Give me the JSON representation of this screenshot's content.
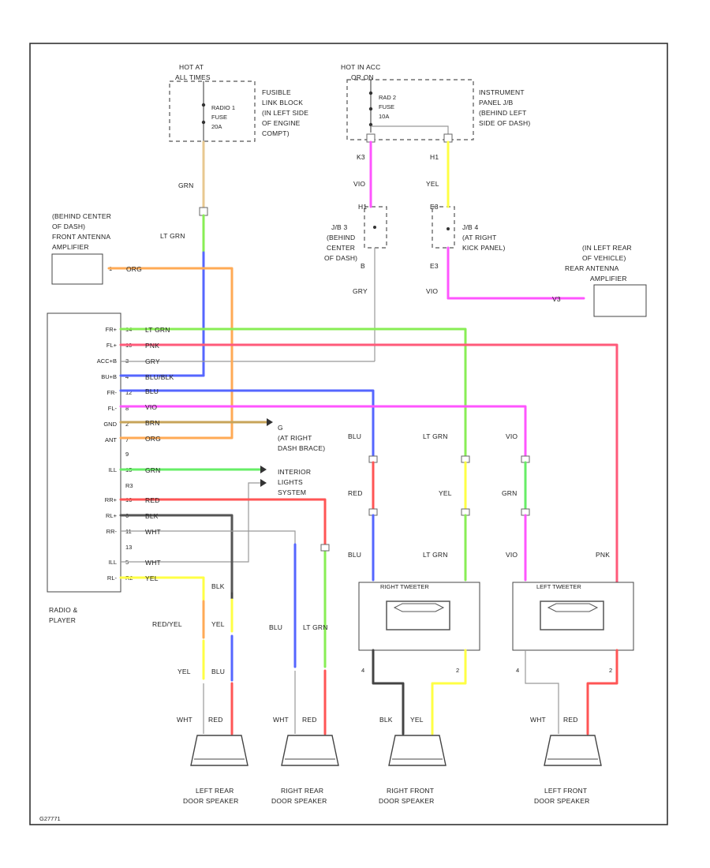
{
  "fuse_left": {
    "hot_label": "HOT AT",
    "hot_label2": "ALL TIMES",
    "fuse_lines": [
      "RADIO 1",
      "FUSE",
      "20A"
    ],
    "location_lines": [
      "FUSIBLE",
      "LINK BLOCK",
      "(IN LEFT SIDE",
      "OF ENGINE",
      "COMPT)"
    ]
  },
  "fuse_right": {
    "hot_label": "HOT IN ACC",
    "hot_label2": "OR ON",
    "fuse_lines": [
      "RAD 2",
      "FUSE",
      "10A"
    ],
    "location_lines": [
      "INSTRUMENT",
      "PANEL J/B",
      "(BEHIND LEFT",
      "SIDE OF DASH)"
    ]
  },
  "jb": {
    "j3_lines": [
      "J/B 3",
      "(BEHIND",
      "CENTER",
      "OF DASH)"
    ],
    "j4_lines": [
      "J/B 4",
      "(AT RIGHT",
      "KICK PANEL)"
    ]
  },
  "front_amp": {
    "lines": [
      "(BEHIND CENTER",
      "OF DASH)",
      "FRONT ANTENNA",
      "AMPLIFIER"
    ],
    "pin": "1"
  },
  "rear_amp": {
    "lines": [
      "(IN LEFT REAR",
      "OF VEHICLE)",
      "REAR ANTENNA",
      "AMPLIFIER"
    ]
  },
  "radio": {
    "label_lines": [
      "RADIO &",
      "PLAYER"
    ],
    "pins": [
      "FR+",
      "FL+",
      "ACC+B",
      "BU+B",
      "FR-",
      "FL-",
      "GND",
      "ANT",
      "",
      "ILL",
      "",
      "RR+",
      "RL+",
      "RR-",
      "",
      "ILL",
      "RL-"
    ],
    "pin_numbers": [
      "14",
      "10",
      "3",
      "4",
      "12",
      "8",
      "2",
      "7",
      "9",
      "15",
      "R3",
      "16",
      "6",
      "11",
      "13",
      "5",
      "R2"
    ]
  },
  "wire_labels": {
    "grn": "GRN",
    "lt_grn": "LT GRN",
    "vio": "VIO",
    "yel": "YEL",
    "gry": "GRY",
    "pnk": "PNK",
    "blu": "BLU",
    "red": "RED",
    "blk": "BLK",
    "wht": "WHT",
    "org": "ORG",
    "brn": "BRN",
    "blu_blk": "BLU/BLK",
    "red_yel": "RED/YEL"
  },
  "connectors": {
    "k3": "K3",
    "h1": "H1",
    "v3": "V3",
    "e3": "E3",
    "b": "B",
    "pin_4": "4",
    "pin_2": "2"
  },
  "grounds": {
    "ground_lines": [
      "G",
      "(AT RIGHT",
      "DASH BRACE)"
    ],
    "illum_lines": [
      "INTERIOR",
      "LIGHTS",
      "SYSTEM"
    ]
  },
  "tweeters": {
    "right": "RIGHT TWEETER",
    "left": "LEFT TWEETER"
  },
  "speakers": {
    "left_rear": [
      "LEFT REAR",
      "DOOR SPEAKER"
    ],
    "right_rear": [
      "RIGHT REAR",
      "DOOR SPEAKER"
    ],
    "right_front": [
      "RIGHT FRONT",
      "DOOR SPEAKER"
    ],
    "left_front": [
      "LEFT FRONT",
      "DOOR SPEAKER"
    ]
  },
  "footer": "G27771",
  "colors": {
    "green": "#66ee66",
    "lt_green": "#88ee55",
    "violet": "#ff55ff",
    "yellow": "#ffff44",
    "gray": "#aaaaaa",
    "pink": "#ff5a7a",
    "blue": "#5566ff",
    "red": "#ff5555",
    "black": "#444444",
    "orange": "#ffaa55",
    "brown": "#c8a45a",
    "white": "#d8d8d8"
  }
}
